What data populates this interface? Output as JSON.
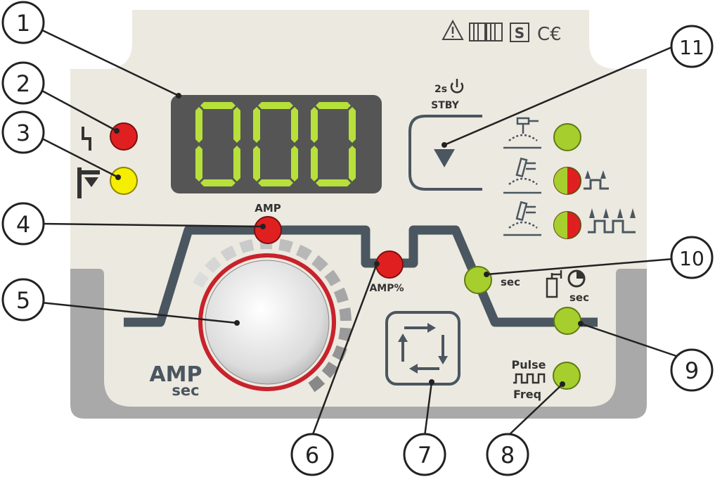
{
  "display": {
    "digits": "000"
  },
  "labels": {
    "amp": "AMP",
    "amp_percent": "AMP%",
    "knob_amp": "AMP",
    "knob_sec": "sec",
    "sec_up": "sec",
    "sec_gas": "sec",
    "pulse": "Pulse",
    "freq": "Freq",
    "two_sec": "2s",
    "stby": "STBY"
  },
  "callouts": [
    "1",
    "2",
    "3",
    "4",
    "5",
    "6",
    "7",
    "8",
    "9",
    "10",
    "11"
  ],
  "colors": {
    "panel": "#ece9e0",
    "frame_gray": "#a9a9a9",
    "line_gray": "#4a5660",
    "display_bg": "#555555",
    "segment_green": "#b7e03b",
    "led_red": "#e02020",
    "led_yellow": "#f6ee00",
    "led_green": "#a6cf2e",
    "knob_ring": "#c8222c"
  },
  "icons": [
    "warning-icon",
    "manual-icon",
    "safety-s-icon",
    "ce-mark-icon",
    "lightning-icon",
    "torch-icon",
    "power-icon",
    "down-arrow-icon",
    "cycle-arrows-icon",
    "gas-bottle-icon",
    "clock-icon",
    "pulse-wave-icon"
  ]
}
